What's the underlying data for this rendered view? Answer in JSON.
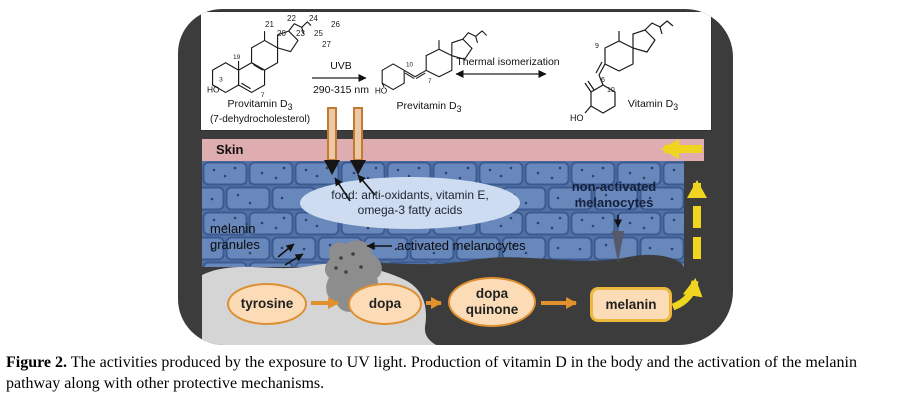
{
  "figure": {
    "chem": {
      "prov_name": "Provitamin D",
      "prov_sub": "3",
      "prov_alt": "(7-dehydrocholesterol)",
      "uvb": "UVB",
      "uvb_range": "290-315 nm",
      "prev_name": "Previtamin D",
      "prev_sub": "3",
      "thermal": "Thermal isomerization",
      "vit_name": "Vitamin D",
      "vit_sub": "3",
      "ho": "HO",
      "numbers": {
        "n20": "20",
        "n21": "21",
        "n22": "22",
        "n23": "23",
        "n24": "24",
        "n25": "25",
        "n26": "26",
        "n27": "27",
        "n19": "19",
        "n3": "3",
        "n7": "7",
        "n10": "10",
        "n7b": "7",
        "n9": "9",
        "n6": "6",
        "n10b": "10"
      }
    },
    "skin_label": "Skin",
    "food_line1": "food: anti-oxidants, vitamin E,",
    "food_line2": "omega-3 fatty acids",
    "non_activated_line1": "non-activated",
    "non_activated_line2": "melanocytes",
    "granules_line1": "melanin",
    "granules_line2": "granules",
    "activated_label": "activated melanocytes",
    "pathway": {
      "nodes": [
        {
          "label": "tyrosine"
        },
        {
          "label": "dopa"
        },
        {
          "label": "dopa quinone"
        },
        {
          "label": "melanin"
        }
      ]
    }
  },
  "caption": {
    "label": "Figure 2.",
    "text": "The activities produced by the exposure to UV light. Production of vitamin D in the body and the activation of the melanin pathway along with other protective mechanisms."
  },
  "colors": {
    "skin_band": "#dfadb0",
    "cells_blue": "#6887ba",
    "arrow_yellow": "#f0d51f",
    "arrow_orange": "#e0912c",
    "node_fill": "#fcdcb6",
    "node_border": "#dd8f33"
  }
}
